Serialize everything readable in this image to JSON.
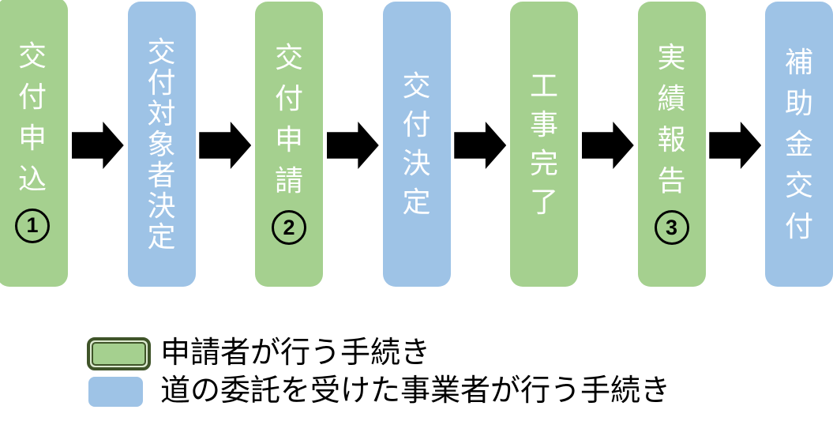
{
  "flow": {
    "steps": [
      {
        "label": "交付申込",
        "number": "1",
        "color": "green"
      },
      {
        "label": "交付対象者決定",
        "number": "",
        "color": "blue"
      },
      {
        "label": "交付申請",
        "number": "2",
        "color": "green"
      },
      {
        "label": "交付決定",
        "number": "",
        "color": "blue"
      },
      {
        "label": "工事完了",
        "number": "",
        "color": "green"
      },
      {
        "label": "実績報告",
        "number": "3",
        "color": "green"
      },
      {
        "label": "補助金交付",
        "number": "",
        "color": "blue"
      }
    ],
    "arrow_icon": "right-block-arrow"
  },
  "legend": {
    "items": [
      {
        "swatch": "green",
        "label": "申請者が行う手続き"
      },
      {
        "swatch": "blue",
        "label": "道の委託を受けた事業者が行う手続き"
      }
    ]
  },
  "colors": {
    "background": "#ffffff",
    "green_fill": "#a5d08f",
    "blue_fill": "#9ec3e6",
    "green_dark_border": "#3f5429",
    "arrow_black": "#000000",
    "box_text_white": "#ffffff",
    "number_black": "#000000",
    "legend_text_black": "#000000"
  }
}
